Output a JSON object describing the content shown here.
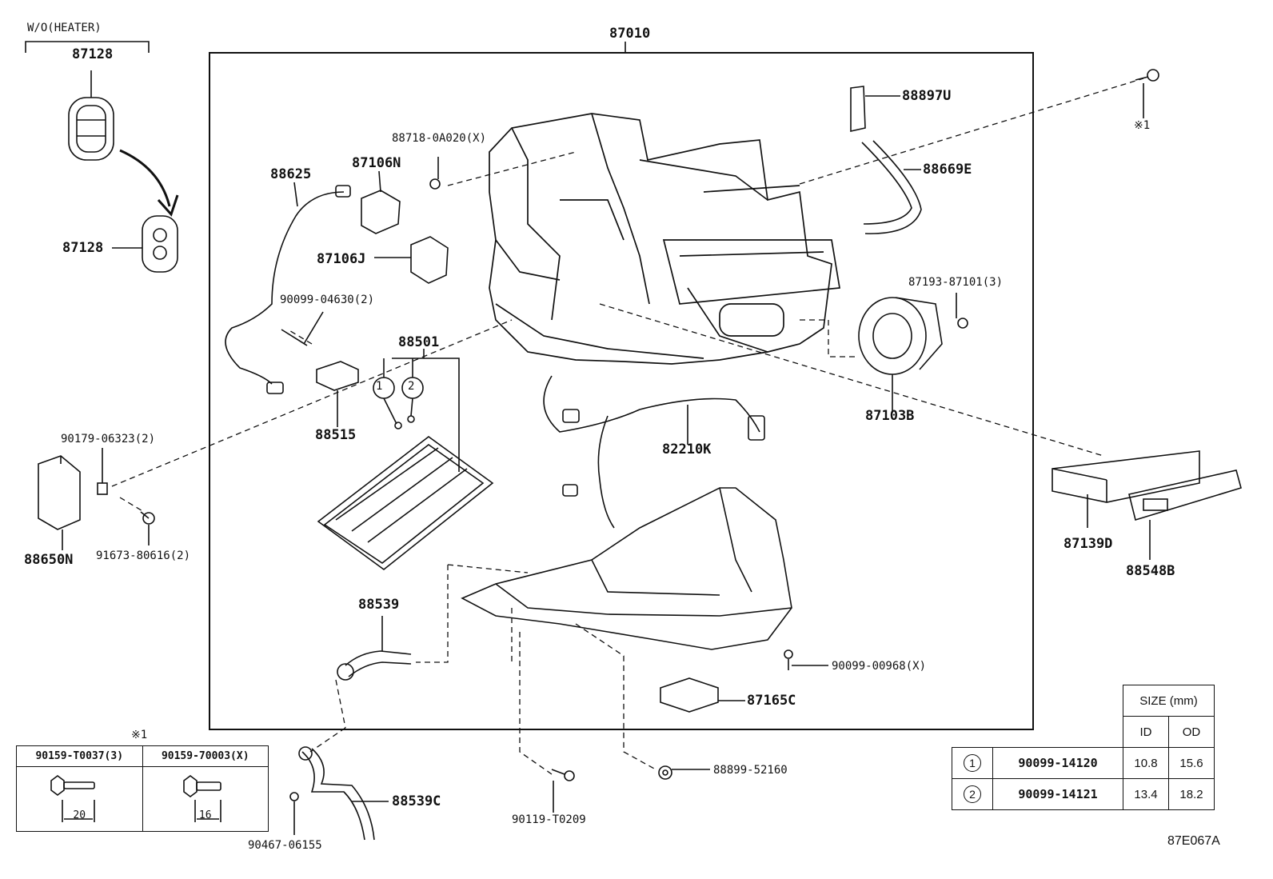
{
  "diagram_code": "87E067A",
  "assembly_number": "87010",
  "header": {
    "wo_heater": "W/O(HEATER)"
  },
  "note_mark": "※1",
  "labels": {
    "p87128_top": "87128",
    "p87128_bottom": "87128",
    "p88625": "88625",
    "p87106N": "87106N",
    "p88718": "88718-0A020(X)",
    "p87106J": "87106J",
    "p90099_04630": "90099-04630(2)",
    "p88501": "88501",
    "p88515": "88515",
    "p90179": "90179-06323(2)",
    "p88650N": "88650N",
    "p91673": "91673-80616(2)",
    "p88897U": "88897U",
    "p88669E": "88669E",
    "p87193": "87193-87101(3)",
    "p87103B": "87103B",
    "p82210K": "82210K",
    "p87139D": "87139D",
    "p88548B": "88548B",
    "p88539": "88539",
    "p90099_00968": "90099-00968(X)",
    "p87165C": "87165C",
    "p88899": "88899-52160",
    "p90119": "90119-T0209",
    "p88539C": "88539C",
    "p90467": "90467-06155",
    "mark1": "※1"
  },
  "circle_refs": [
    "1",
    "2"
  ],
  "fastener_table": {
    "note": "※1",
    "columns": [
      {
        "part": "90159-T0037(3)",
        "length": "20"
      },
      {
        "part": "90159-70003(X)",
        "length": "16"
      }
    ]
  },
  "size_table": {
    "title": "SIZE (mm)",
    "headers": [
      "ID",
      "OD"
    ],
    "rows": [
      {
        "ref": "1",
        "part": "90099-14120",
        "id": "10.8",
        "od": "15.6"
      },
      {
        "ref": "2",
        "part": "90099-14121",
        "id": "13.4",
        "od": "18.2"
      }
    ]
  }
}
